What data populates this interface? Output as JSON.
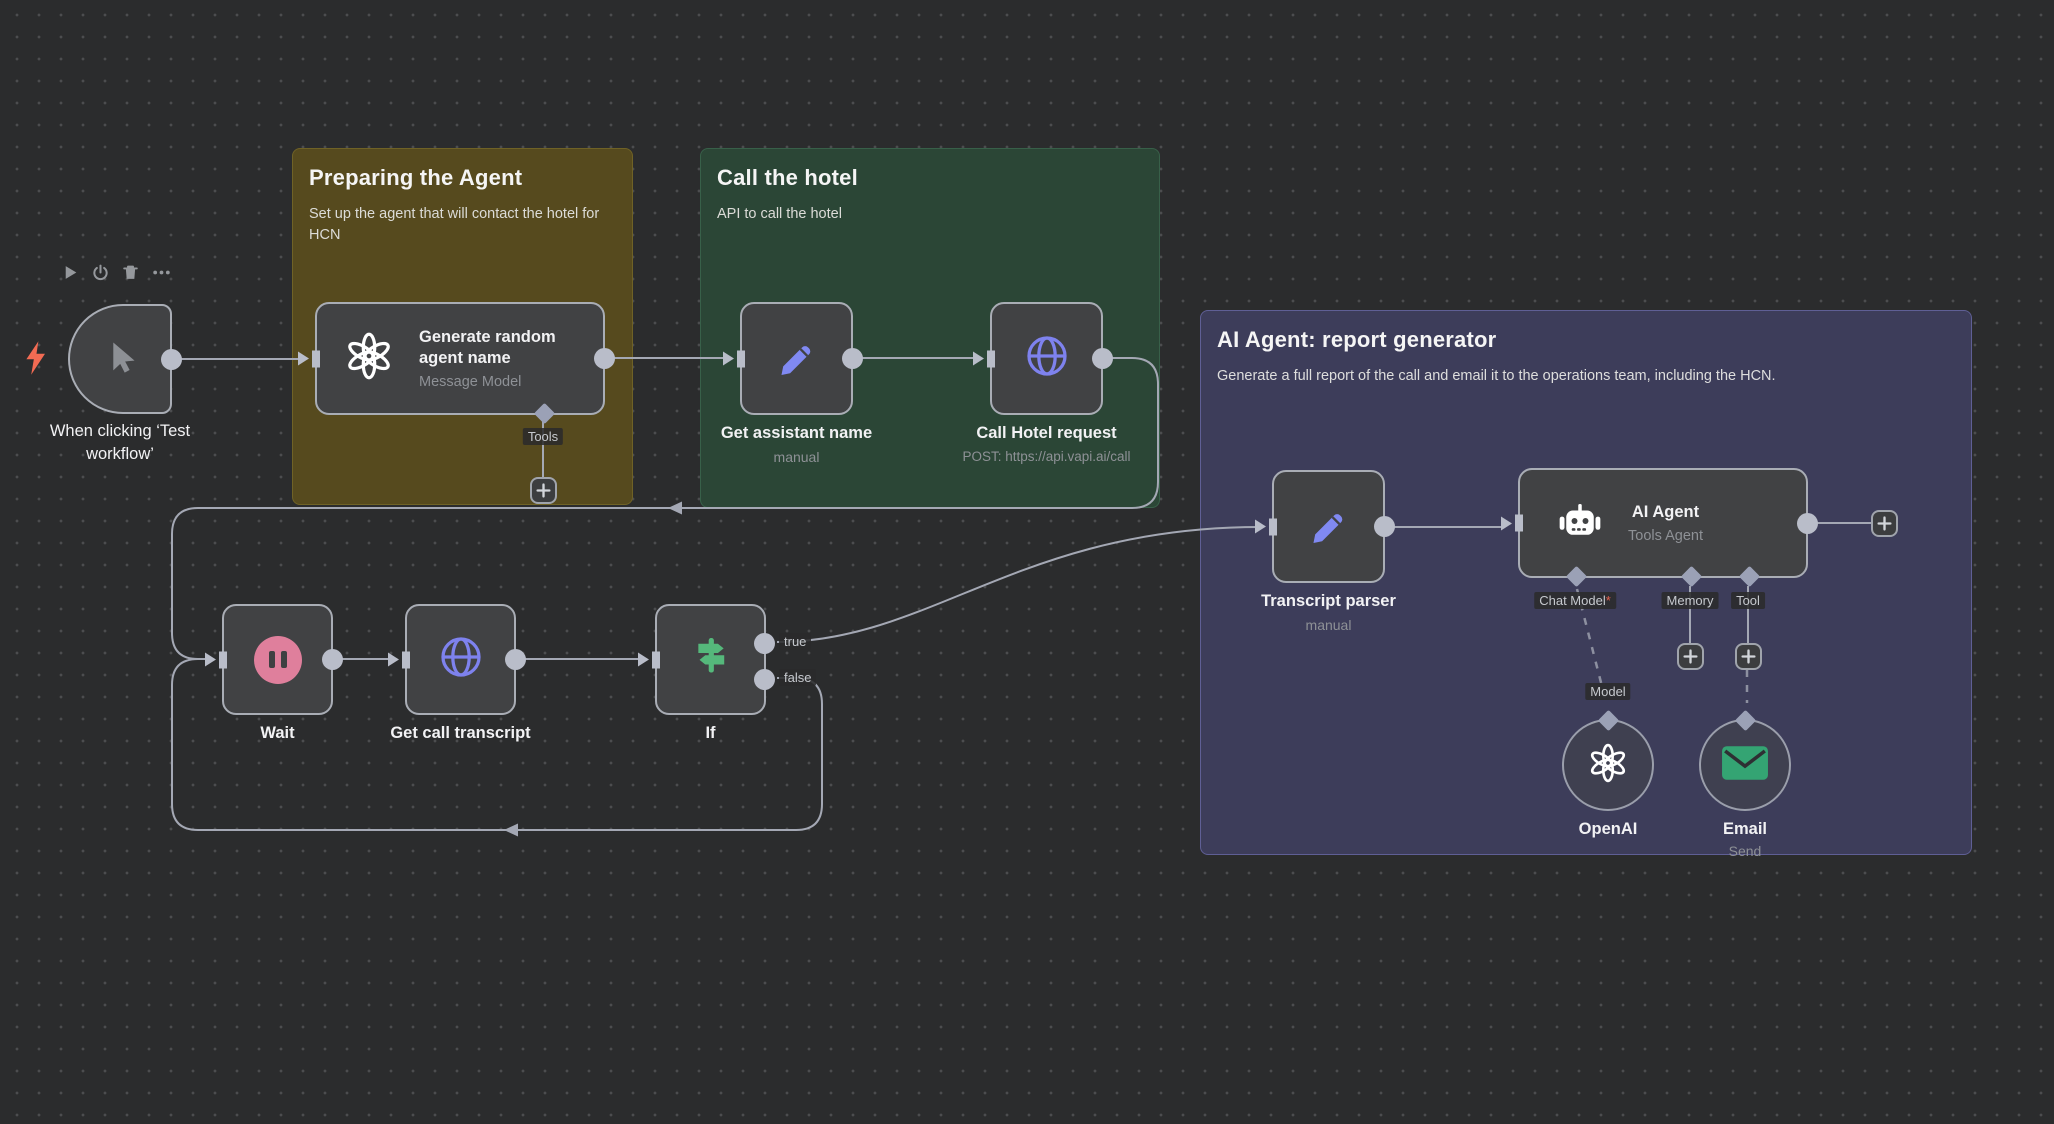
{
  "groups": {
    "preparing": {
      "title": "Preparing the Agent",
      "subtitle": "Set up the agent that will contact the hotel for HCN"
    },
    "call_hotel": {
      "title": "Call the hotel",
      "subtitle": "API to call the hotel"
    },
    "report": {
      "title": "AI Agent: report generator",
      "subtitle": "Generate a full report of the call and email it to the operations team, including the HCN."
    }
  },
  "nodes": {
    "trigger": {
      "label": "When clicking ‘Test workflow’",
      "icon": "cursor-icon",
      "badge": "lightning-icon"
    },
    "generate_name": {
      "label": "Generate random agent name",
      "sublabel": "Message Model",
      "icon": "openai-icon"
    },
    "get_assistant_name": {
      "label": "Get assistant name",
      "sublabel": "manual",
      "icon": "pencil-icon"
    },
    "call_hotel_request": {
      "label": "Call Hotel request",
      "sublabel": "POST: https://api.vapi.ai/call",
      "icon": "globe-icon"
    },
    "wait": {
      "label": "Wait",
      "icon": "pause-icon"
    },
    "get_call_transcript": {
      "label": "Get call transcript",
      "icon": "globe-icon"
    },
    "if": {
      "label": "If",
      "icon": "signpost-icon",
      "outputs": {
        "true": "true",
        "false": "false"
      }
    },
    "transcript_parser": {
      "label": "Transcript parser",
      "sublabel": "manual",
      "icon": "pencil-icon"
    },
    "ai_agent": {
      "label": "AI Agent",
      "sublabel": "Tools Agent",
      "icon": "robot-icon"
    },
    "openai_model": {
      "label": "OpenAI",
      "icon": "openai-icon"
    },
    "email": {
      "label": "Email",
      "sublabel": "Send",
      "icon": "email-icon"
    }
  },
  "ports": {
    "tools": "Tools",
    "chat_model": "Chat Model",
    "required_marker": "*",
    "memory": "Memory",
    "tool": "Tool",
    "model": "Model"
  },
  "toolbar_icons": [
    "play-icon",
    "power-icon",
    "trash-icon",
    "ellipsis-icon"
  ],
  "colors": {
    "canvas_bg": "#2b2c2d",
    "node_bg": "#414244",
    "node_border": "#a9adb5",
    "wire": "#a4a8b4",
    "group_yellow_bg": "#564a1e",
    "group_green_bg": "#2b4636",
    "group_purple_bg": "#3d3d5a",
    "icon_purple": "#8089f2",
    "icon_pink": "#df7f9c",
    "icon_green": "#55b87b",
    "email_green": "#34a473",
    "lightning_orange": "#f26b53"
  }
}
